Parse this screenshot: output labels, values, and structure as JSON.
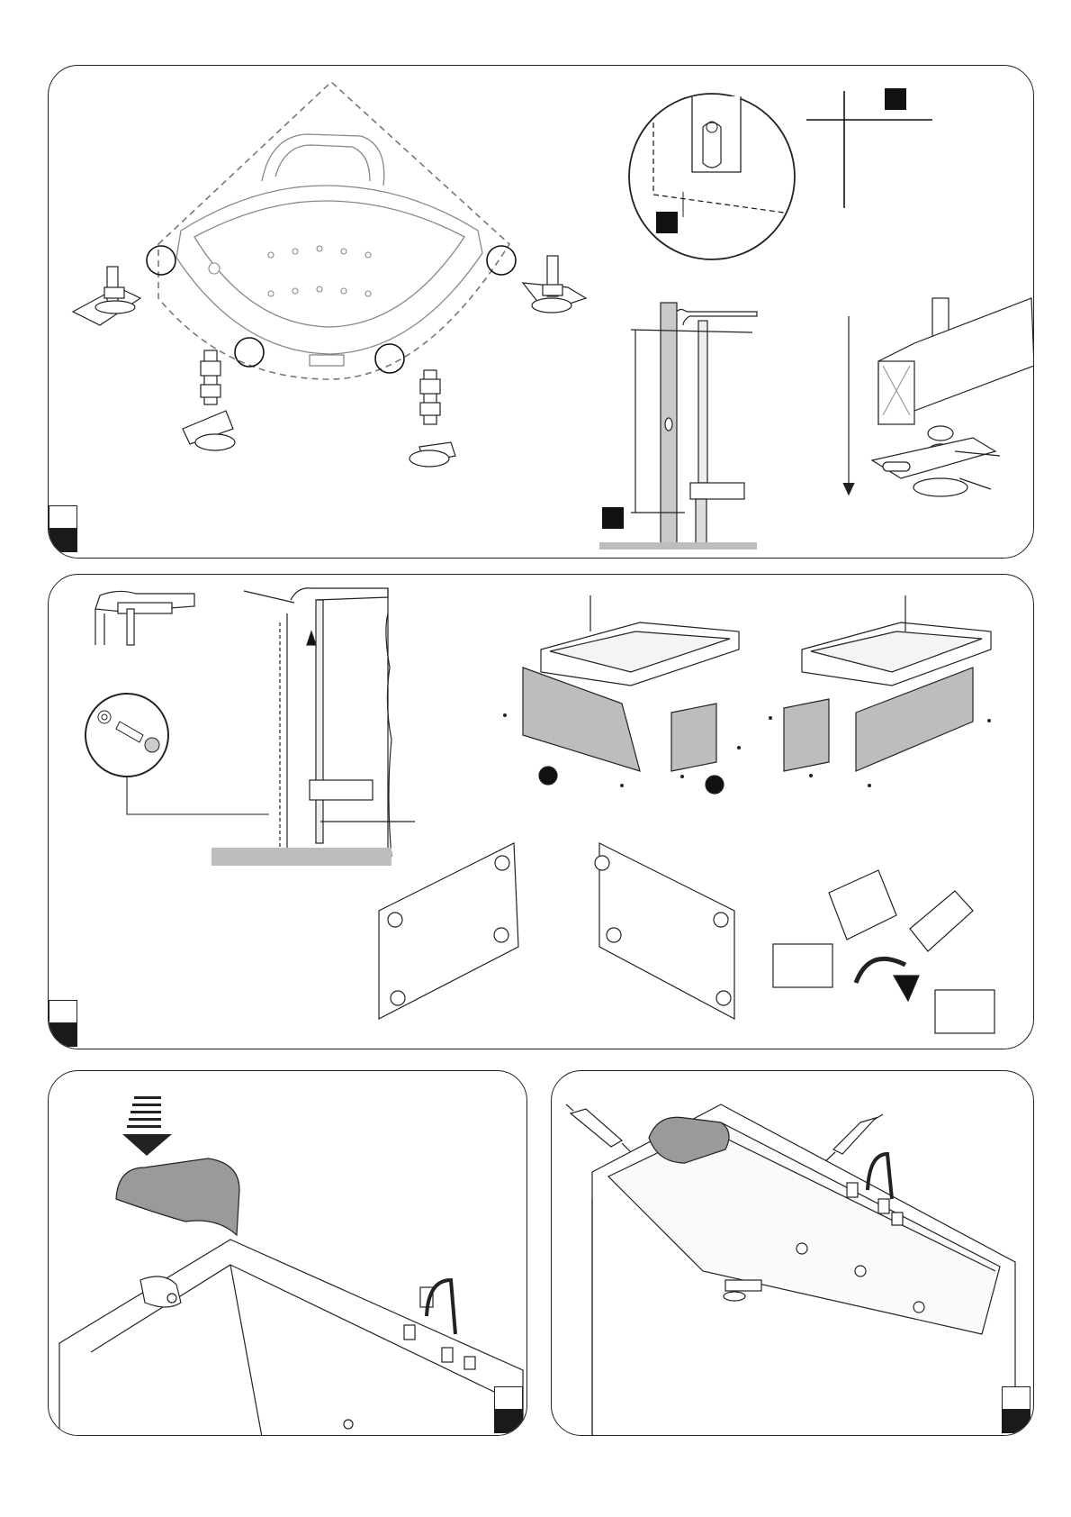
{
  "page": {
    "background": "#ffffff",
    "line_color": "#222222",
    "panel_fill_gray": "#b9b9b9",
    "floor_gray": "#bdbdbd"
  },
  "panels": [
    {
      "id": "panel-1",
      "description_icon": "corner-bath-feet-installation",
      "step_number": ""
    },
    {
      "id": "panel-2",
      "description_icon": "front-panel-mounting",
      "step_number": ""
    },
    {
      "id": "panel-3",
      "description_icon": "headrest-placement",
      "step_number": ""
    },
    {
      "id": "panel-4",
      "description_icon": "silicone-sealing",
      "step_number": ""
    }
  ],
  "markers": {
    "circle_a": "",
    "circle_b": ""
  }
}
